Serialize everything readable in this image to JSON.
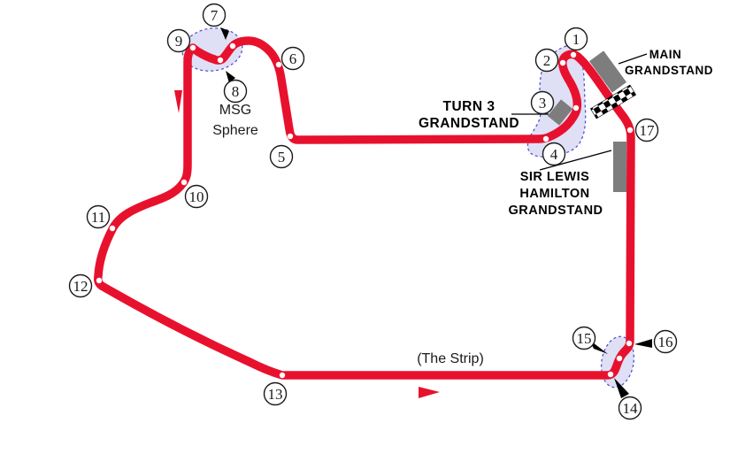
{
  "map": {
    "turn_labels": {
      "t1": "1",
      "t2": "2",
      "t3": "3",
      "t4": "4",
      "t5": "5",
      "t6": "6",
      "t7": "7",
      "t8": "8",
      "t9": "9",
      "t10": "10",
      "t11": "11",
      "t12": "12",
      "t13": "13",
      "t14": "14",
      "t15": "15",
      "t16": "16",
      "t17": "17"
    },
    "annotations": {
      "msg_sphere": {
        "line1": "MSG",
        "line2": "Sphere"
      },
      "the_strip": "(The Strip)",
      "turn3_grandstand": {
        "line1": "TURN 3",
        "line2": "GRANDSTAND"
      },
      "main_grandstand": {
        "line1": "MAIN",
        "line2": "GRANDSTAND"
      },
      "hamilton_grandstand": {
        "line1": "SIR LEWIS",
        "line2": "HAMILTON",
        "line3": "GRANDSTAND"
      }
    },
    "icons": {
      "start_finish": "checkered-flag",
      "left_section_direction": "down-arrow",
      "strip_direction": "right-arrow"
    },
    "colors": {
      "track": "#e8112d",
      "corner_dot": "#ffffff",
      "zone_fill": "#dfdff6",
      "zone_border": "#5555cc",
      "grandstand": "#7d7d7d",
      "label_text": "#000000",
      "direction_arrow": "#e8112d"
    }
  }
}
